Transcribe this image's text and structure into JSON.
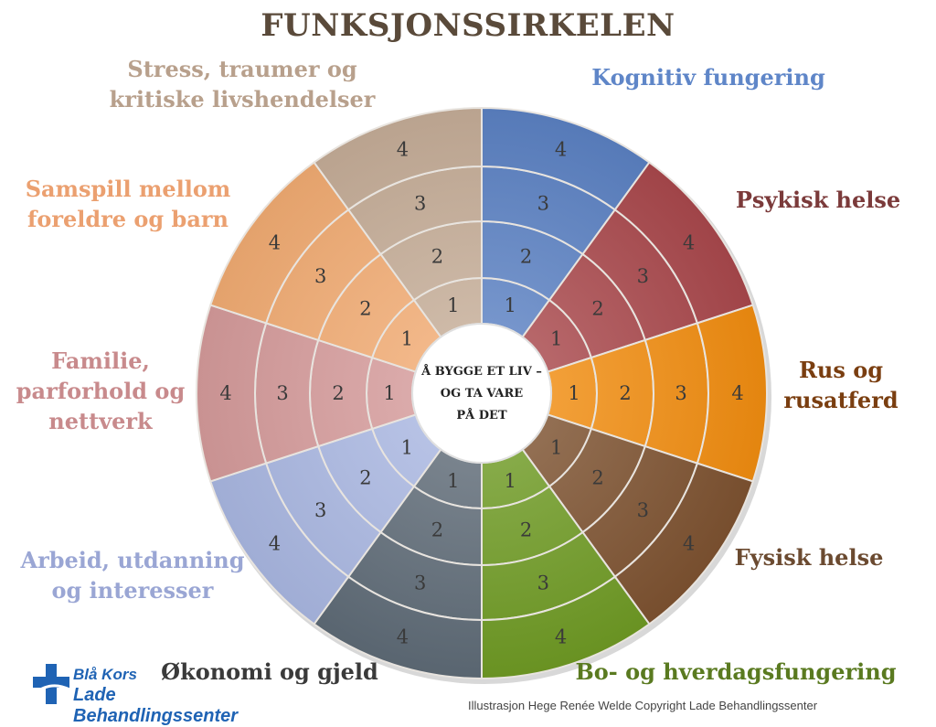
{
  "title": "FUNKSJONSSIRKELEN",
  "center_lines": [
    "Å BYGGE ET LIV –",
    "OG TA VARE",
    "PÅ DET"
  ],
  "ring_numbers": [
    "1",
    "2",
    "3",
    "4"
  ],
  "categories": [
    {
      "id": "kognitiv",
      "lines": [
        "Kognitiv fungering"
      ],
      "color": "#5a80c2",
      "text_color": "#5f86c8"
    },
    {
      "id": "psykisk",
      "lines": [
        "Psykisk helse"
      ],
      "color": "#a8484c",
      "text_color": "#7b3a3a"
    },
    {
      "id": "rus",
      "lines": [
        "Rus og",
        "rusatferd"
      ],
      "color": "#f08c10",
      "text_color": "#7a3e10"
    },
    {
      "id": "fysisk",
      "lines": [
        "Fysisk helse"
      ],
      "color": "#7d5230",
      "text_color": "#6b4a30"
    },
    {
      "id": "bo",
      "lines": [
        "Bo- og hverdagsfungering"
      ],
      "color": "#6e9a24",
      "text_color": "#5a7a20"
    },
    {
      "id": "okonomi",
      "lines": [
        "Økonomi og gjeld"
      ],
      "color": "#5e6a76",
      "text_color": "#3a3a3a"
    },
    {
      "id": "arbeid",
      "lines": [
        "Arbeid, utdanning",
        "og interesser"
      ],
      "color": "#a8b6e0",
      "text_color": "#9aa6d4"
    },
    {
      "id": "familie",
      "lines": [
        "Familie,",
        "parforhold og",
        "nettverk"
      ],
      "color": "#d49a9a",
      "text_color": "#c88a8c"
    },
    {
      "id": "samspill",
      "lines": [
        "Samspill mellom",
        "foreldre og barn"
      ],
      "color": "#f0aa72",
      "text_color": "#eba070"
    },
    {
      "id": "stress",
      "lines": [
        "Stress, traumer og",
        "kritiske livshendelser"
      ],
      "color": "#c4ac96",
      "text_color": "#b8a08c"
    }
  ],
  "logo": {
    "line1": "Blå Kors",
    "line2": "Lade Behandlingssenter",
    "color": "#1f63b4"
  },
  "credit": "Illustrasjon Hege Renée Welde  Copyright Lade Behandlingssenter"
}
